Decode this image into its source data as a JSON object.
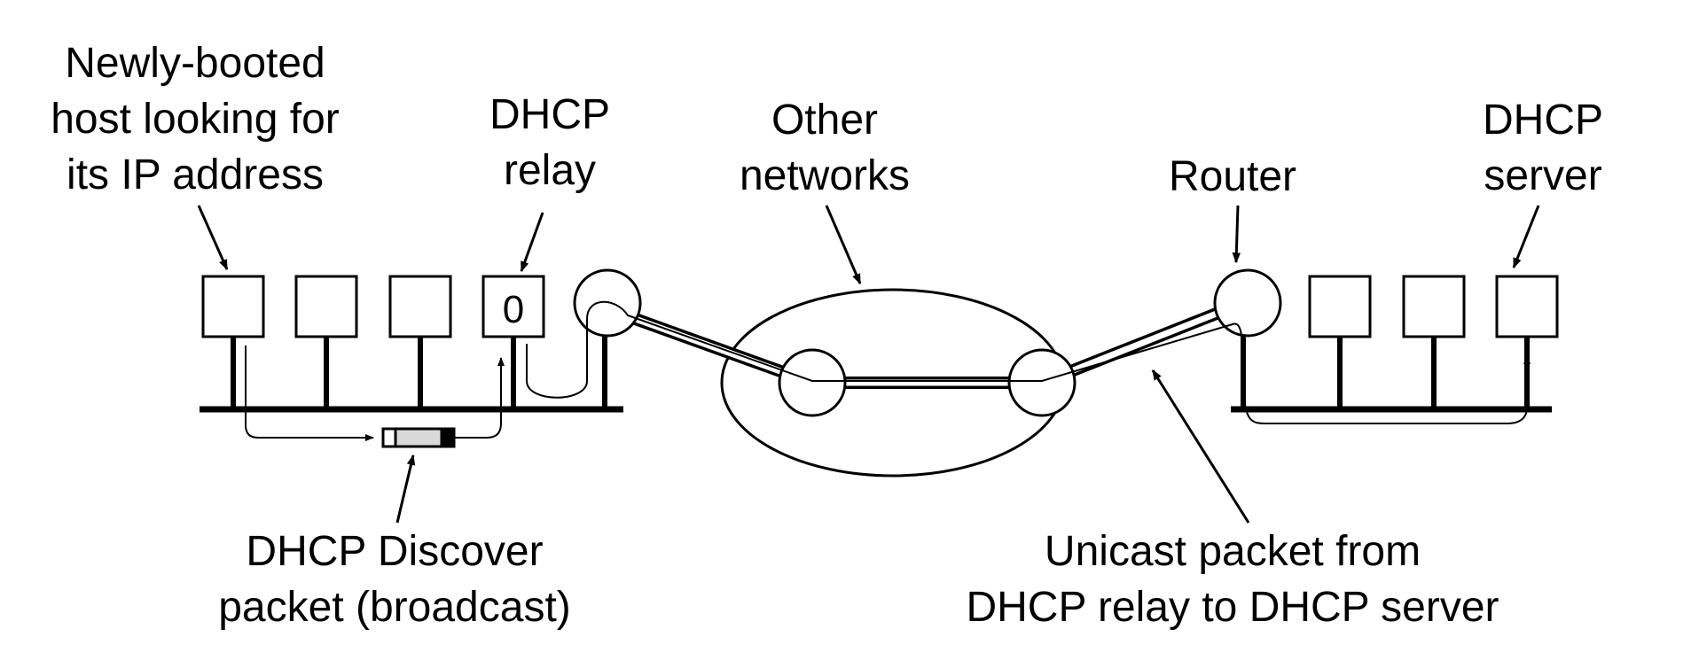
{
  "labels": {
    "host": [
      "Newly-booted",
      "host looking for",
      "its IP address"
    ],
    "relay": [
      "DHCP",
      "relay"
    ],
    "other_networks": [
      "Other",
      "networks"
    ],
    "router": "Router",
    "server": [
      "DHCP",
      "server"
    ],
    "discover": [
      "DHCP Discover",
      "packet (broadcast)"
    ],
    "unicast": [
      "Unicast packet from",
      "DHCP relay to DHCP server"
    ]
  },
  "relay_box_text": "0"
}
